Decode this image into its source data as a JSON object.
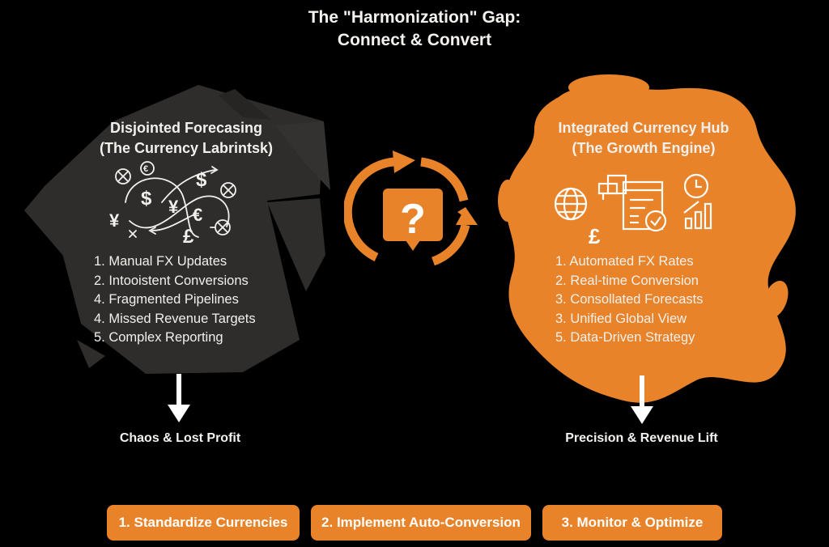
{
  "title": {
    "line1": "The \"Harmonization\" Gap:",
    "line2": "Connect & Convert"
  },
  "colors": {
    "background": "#000000",
    "accent_orange": "#E8832A",
    "panel_dark": "#2E2D2B",
    "text": "#F2F0EC"
  },
  "left_panel": {
    "title_line1": "Disjointed Forecasing",
    "title_line2": "(The Currency Labrintsk)",
    "icons": [
      "tangled-currency-icon",
      "dollar-icon",
      "euro-icon",
      "yen-icon",
      "pound-icon",
      "cross-circle-icon"
    ],
    "items": [
      "1. Manual FX Updates",
      "2. Intooistent Conversions",
      "4. Fragmented Pipelines",
      "4. Missed Revenue Targets",
      "5. Complex Reporting"
    ],
    "outcome": "Chaos & Lost Profit"
  },
  "center": {
    "icon": "question-cycle-icon",
    "symbol": "?"
  },
  "right_panel": {
    "title_line1": "Integrated Currency Hub",
    "title_line2": "(The Growth Engine)",
    "icons": [
      "globe-icon",
      "pound-icon",
      "windows-icon",
      "document-check-icon",
      "clock-icon",
      "growth-chart-icon"
    ],
    "items": [
      "1. Automated FX Rates",
      "2. Real-time Conversion",
      "3. Consollated Forecasts",
      "3. Unified Global View",
      "5. Data-Driven Strategy"
    ],
    "outcome": "Precision & Revenue Lift"
  },
  "steps": [
    {
      "label": "1. Standardize Currencies"
    },
    {
      "label": "2. Implement Auto-Conversion"
    },
    {
      "label": "3. Monitor & Optimize"
    }
  ]
}
